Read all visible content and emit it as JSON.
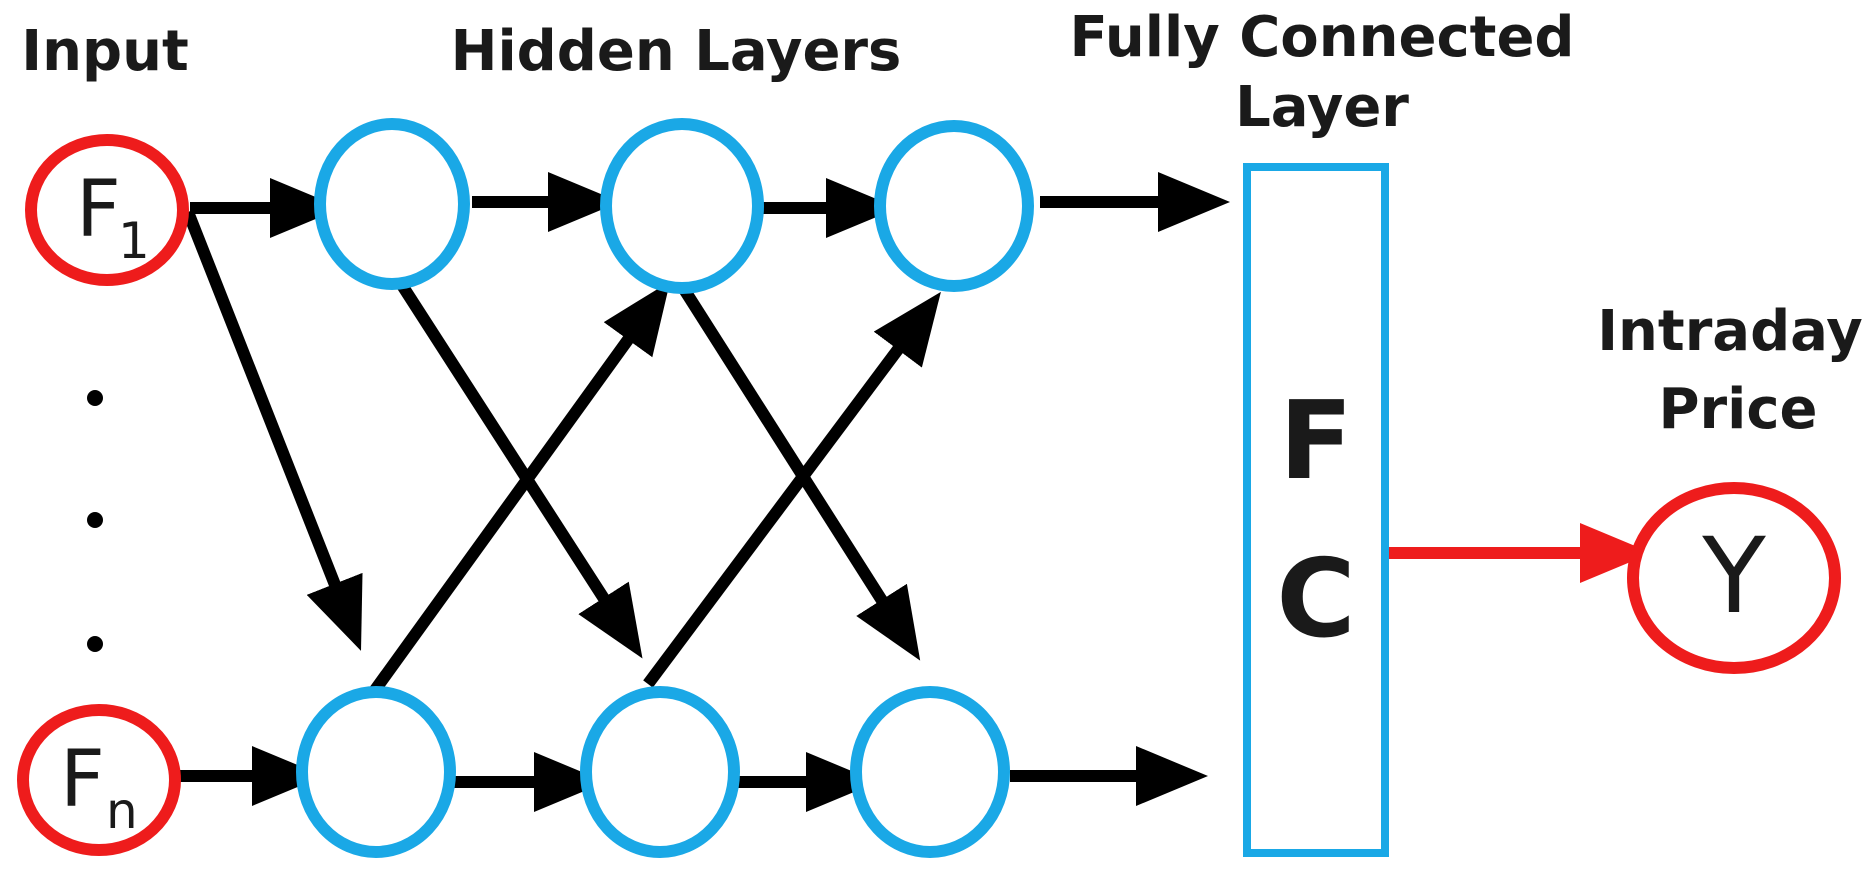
{
  "labels": {
    "input": "Input",
    "hidden_layers": "Hidden Layers",
    "fc_line1": "Fully Connected",
    "fc_line2": "Layer",
    "output_line1": "Intraday",
    "output_line2": "Price"
  },
  "input_nodes": [
    {
      "letter": "F",
      "subscript": "1"
    },
    {
      "letter": "F",
      "subscript": "n"
    }
  ],
  "ellipsis": "···",
  "fc_box": {
    "line1": "F",
    "line2": "C"
  },
  "output_node": {
    "letter": "Y"
  },
  "colors": {
    "input_ring": "#ee1c1c",
    "hidden_ring": "#1aa8e6",
    "fc_border": "#1aa8e6",
    "output_ring": "#ee1c1c",
    "arrow": "#000000",
    "output_arrow": "#ee1c1c"
  }
}
